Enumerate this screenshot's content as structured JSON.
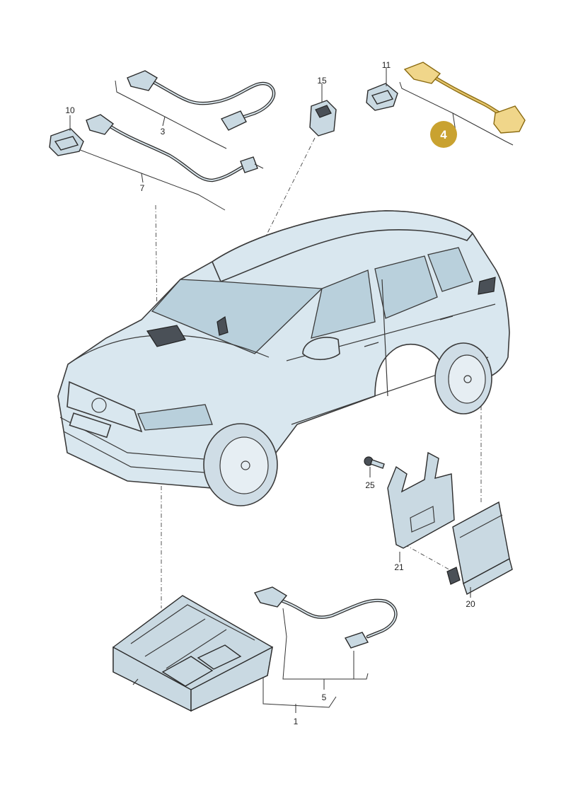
{
  "diagram": {
    "callouts": [
      {
        "id": "c1",
        "label": "1"
      },
      {
        "id": "c3",
        "label": "3"
      },
      {
        "id": "c4",
        "label": "4",
        "highlighted": true
      },
      {
        "id": "c5",
        "label": "5"
      },
      {
        "id": "c7",
        "label": "7"
      },
      {
        "id": "c10",
        "label": "10"
      },
      {
        "id": "c11",
        "label": "11"
      },
      {
        "id": "c15",
        "label": "15"
      },
      {
        "id": "c20",
        "label": "20"
      },
      {
        "id": "c21",
        "label": "21"
      },
      {
        "id": "c25",
        "label": "25"
      }
    ],
    "colors": {
      "highlight": "#c8a12a",
      "highlight_badge": "#c9a230",
      "part_fill": "#c9d9e2",
      "car_fill": "#d9e7ef",
      "line": "#2b2b2b"
    }
  }
}
